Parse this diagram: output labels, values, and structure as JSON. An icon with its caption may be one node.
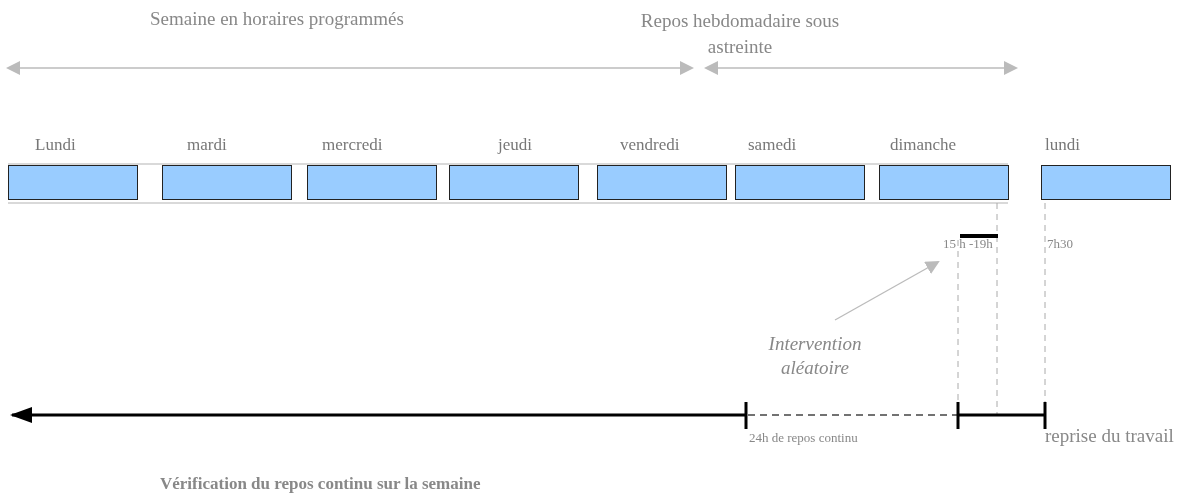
{
  "diagram": {
    "caption": "Vérification du repos continu sur la semaine",
    "nodes": [
      {
        "text": [
          "Lundi"
        ]
      },
      {
        "text": [
          "mardi"
        ]
      },
      {
        "text": [
          "mercredi"
        ]
      },
      {
        "text": [
          "jeudi"
        ]
      },
      {
        "text": [
          "vendredi"
        ]
      },
      {
        "text": [
          "samedi"
        ]
      },
      {
        "text": [
          "dimanche"
        ]
      },
      {
        "text": [
          "lundi"
        ]
      },
      {
        "text": [
          "Intervention aléatoire"
        ]
      },
      {
        "text": [
          "15 h -19h"
        ]
      }
    ],
    "edges": [
      {
        "from": 8,
        "to": 9,
        "arrow": "to"
      }
    ],
    "labels": [
      "Semaine en horaires programmés",
      "Repos hebdomadaire sous astreinte",
      "7h30",
      "24h de repos  continu",
      "reprise du travail"
    ]
  }
}
